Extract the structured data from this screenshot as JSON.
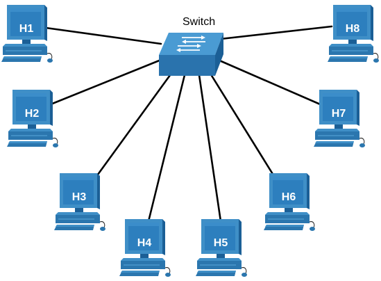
{
  "diagram": {
    "switch": {
      "label": "Switch",
      "icon": "switch-icon"
    },
    "hosts": [
      {
        "id": "h1",
        "label": "H1",
        "icon": "computer-icon"
      },
      {
        "id": "h2",
        "label": "H2",
        "icon": "computer-icon"
      },
      {
        "id": "h3",
        "label": "H3",
        "icon": "computer-icon"
      },
      {
        "id": "h4",
        "label": "H4",
        "icon": "computer-icon"
      },
      {
        "id": "h5",
        "label": "H5",
        "icon": "computer-icon"
      },
      {
        "id": "h6",
        "label": "H6",
        "icon": "computer-icon"
      },
      {
        "id": "h7",
        "label": "H7",
        "icon": "computer-icon"
      },
      {
        "id": "h8",
        "label": "H8",
        "icon": "computer-icon"
      }
    ],
    "links": [
      {
        "from": "switch",
        "to": "h1"
      },
      {
        "from": "switch",
        "to": "h2"
      },
      {
        "from": "switch",
        "to": "h3"
      },
      {
        "from": "switch",
        "to": "h4"
      },
      {
        "from": "switch",
        "to": "h5"
      },
      {
        "from": "switch",
        "to": "h6"
      },
      {
        "from": "switch",
        "to": "h7"
      },
      {
        "from": "switch",
        "to": "h8"
      }
    ],
    "colors": {
      "device_light": "#3f8fc7",
      "device_mid": "#2b76ae",
      "device_dark": "#1b5f96",
      "screen": "#2d7fbe",
      "link": "#000000"
    }
  }
}
